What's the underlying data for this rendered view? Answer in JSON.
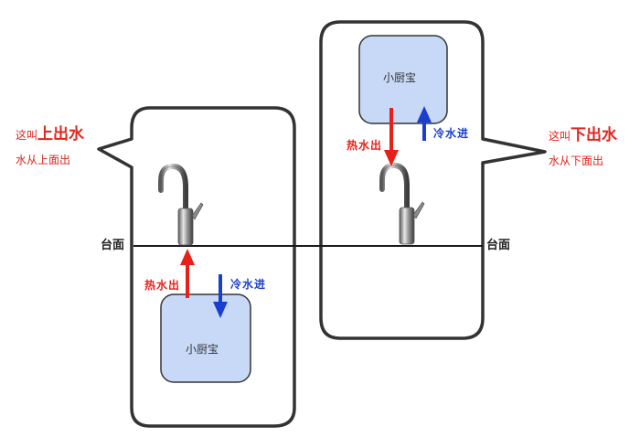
{
  "colors": {
    "hot": "#e8201a",
    "cold": "#1a3fd0",
    "heater_fill": "#c7d9f7",
    "outline": "#333333",
    "caption": "#e0251c"
  },
  "countertop_label": "台面",
  "left_panel": {
    "callout_prefix": "这叫",
    "callout_emphasis": "上出水",
    "callout_sub": "水从上面出",
    "heater_label": "小厨宝",
    "hot_label": "热水出",
    "cold_label": "冷水进",
    "faucet_icon": "faucet-icon"
  },
  "right_panel": {
    "callout_prefix": "这叫",
    "callout_emphasis": "下出水",
    "callout_sub": "水从下面出",
    "heater_label": "小厨宝",
    "hot_label": "热水出",
    "cold_label": "冷水进",
    "faucet_icon": "faucet-icon"
  }
}
